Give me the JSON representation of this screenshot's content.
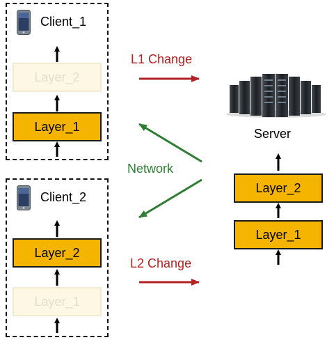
{
  "colors": {
    "layer_fill": "#f5b400",
    "ghost_fill": "#fdf7e3",
    "ghost_text": "#e3dccf",
    "change_arrow": "#b22222",
    "network": "#2e7d32"
  },
  "client1": {
    "title": "Client_1",
    "icon": "phone-icon",
    "layer_top": "Layer_2",
    "layer_bottom": "Layer_1"
  },
  "client2": {
    "title": "Client_2",
    "icon": "phone-icon",
    "layer_top": "Layer_2",
    "layer_bottom": "Layer_1"
  },
  "server": {
    "title": "Server",
    "icon": "server-rack-icon",
    "layer_top": "Layer_2",
    "layer_bottom": "Layer_1"
  },
  "arrows": {
    "l1_change": "L1 Change",
    "l2_change": "L2 Change",
    "network": "Network"
  }
}
